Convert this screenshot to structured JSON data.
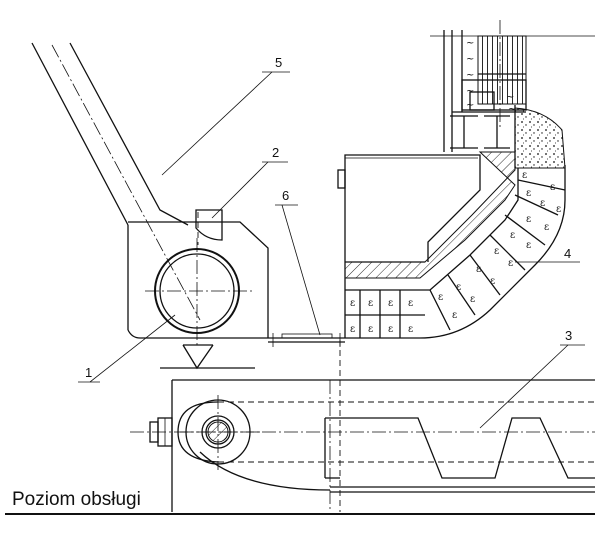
{
  "callouts": [
    {
      "id": "1",
      "text": "1"
    },
    {
      "id": "2",
      "text": "2"
    },
    {
      "id": "3",
      "text": "3"
    },
    {
      "id": "4",
      "text": "4"
    },
    {
      "id": "5",
      "text": "5"
    },
    {
      "id": "6",
      "text": "6"
    }
  ],
  "floor_label": "Poziom obsługi",
  "brick_glyph": "ε",
  "wave_glyph": "~"
}
